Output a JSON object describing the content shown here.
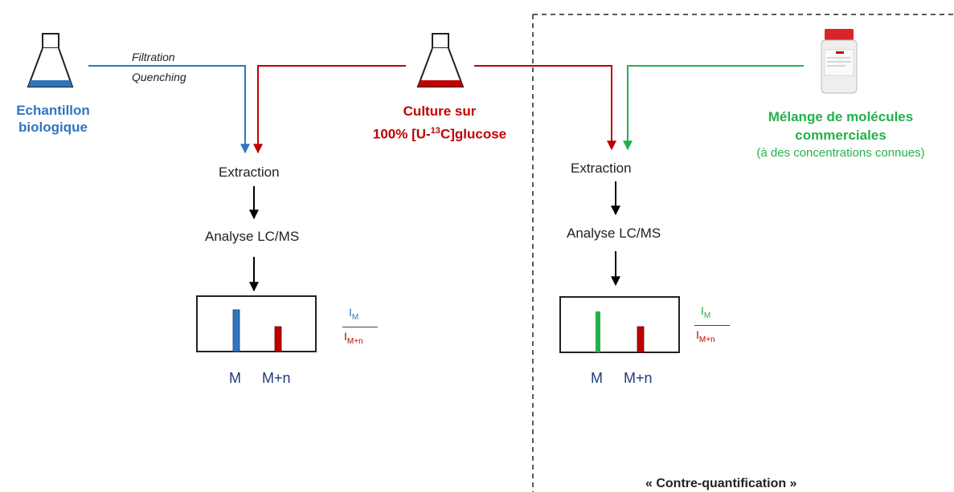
{
  "sources": {
    "sample": {
      "line1": "Echantillon",
      "line2": "biologique",
      "color": "#2f75c0"
    },
    "culture": {
      "line1": "Culture sur",
      "line2_prefix": "100% [U-",
      "line2_sup": "13",
      "line2_suffix": "C]glucose",
      "color": "#c00000"
    },
    "commercial": {
      "line1": "Mélange de molécules",
      "line2": "commerciales",
      "line3": "(à des concentrations connues)",
      "color": "#22b14c"
    }
  },
  "annotations": {
    "filtration": "Filtration",
    "quenching": "Quenching"
  },
  "left_panel": {
    "extraction": "Extraction",
    "analysis": "Analyse LC/MS",
    "axis_m": "M",
    "axis_mn": "M+n",
    "ratio_num": "I",
    "ratio_num_sub": "M",
    "ratio_den": "I",
    "ratio_den_sub": "M+n"
  },
  "right_panel": {
    "extraction": "Extraction",
    "analysis": "Analyse LC/MS",
    "axis_m": "M",
    "axis_mn": "M+n",
    "ratio_num": "I",
    "ratio_num_sub": "M",
    "ratio_den": "I",
    "ratio_den_sub": "M+n",
    "caption": "« Contre-quantification »"
  },
  "colors": {
    "blue": "#2f75c0",
    "red": "#c00000",
    "green": "#22b14c",
    "navy": "#1f3a78"
  },
  "icons": [
    "erlenmeyer-flask-icon",
    "reagent-bottle-icon"
  ]
}
